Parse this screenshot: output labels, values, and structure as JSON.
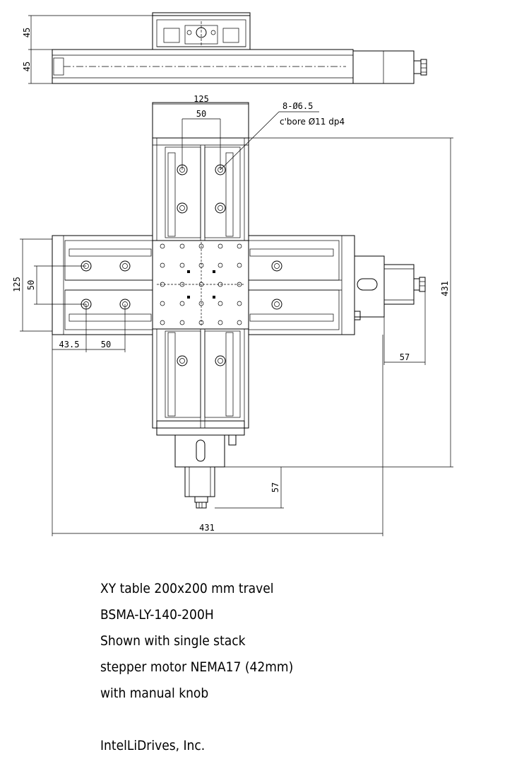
{
  "dimensions": {
    "side_height_upper": "45",
    "side_height_lower": "45",
    "top_width": "125",
    "top_hole_spacing": "50",
    "left_width": "125",
    "left_hole_spacing": "50",
    "bottom_offset": "43.5",
    "bottom_hole_spacing": "50",
    "right_motor": "57",
    "right_overall": "431",
    "bottom_motor": "57",
    "bottom_overall": "431"
  },
  "callout": {
    "hole_spec": "8-Ø6.5",
    "counterbore": "c'bore Ø11 dp4"
  },
  "caption": {
    "line1": "XY table 200x200 mm travel",
    "line2": "BSMA-LY-140-200H",
    "line3": "Shown with single stack",
    "line4": "stepper motor NEMA17 (42mm)",
    "line5": "with manual knob",
    "company": "IntelLiDrives, Inc."
  }
}
